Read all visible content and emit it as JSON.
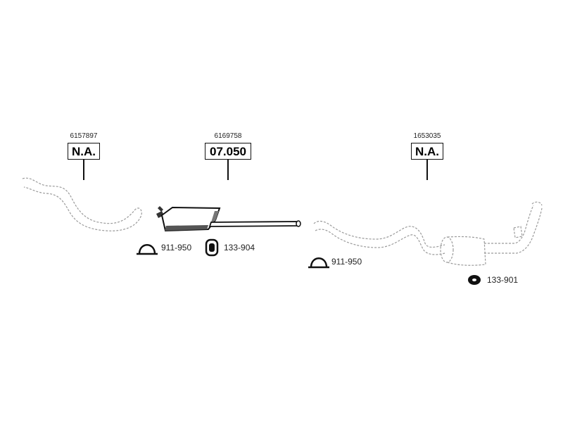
{
  "positions": [
    {
      "oem_number": "6157897",
      "part_number": "N.A."
    },
    {
      "oem_number": "6169758",
      "part_number": "07.050"
    },
    {
      "oem_number": "1653035",
      "part_number": "N.A."
    }
  ],
  "accessories": [
    {
      "code": "911-950",
      "icon": "clamp-icon"
    },
    {
      "code": "133-904",
      "icon": "rubber-mount-icon"
    },
    {
      "code": "911-950",
      "icon": "clamp-icon"
    },
    {
      "code": "133-901",
      "icon": "rubber-ring-icon"
    }
  ]
}
